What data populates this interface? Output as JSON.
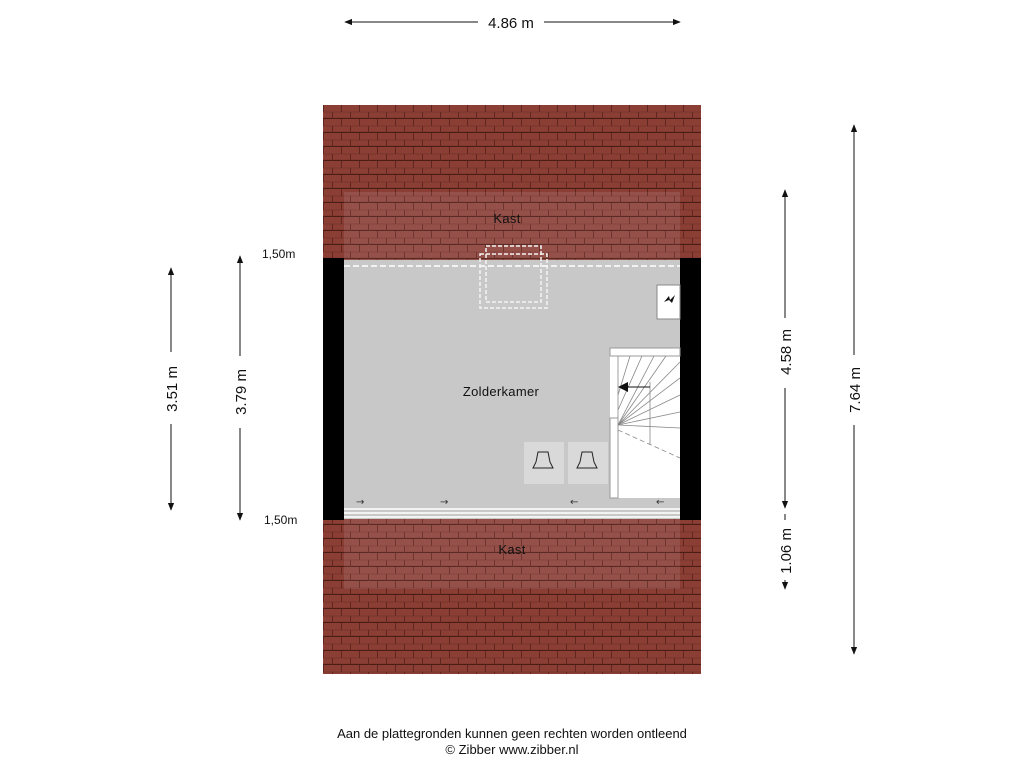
{
  "dimensions": {
    "top_width": "4.86 m",
    "left_outer": "3.51 m",
    "left_inner": "3.79 m",
    "right_mid": "4.58 m",
    "right_lower": "1.06 m",
    "right_total": "7.64 m",
    "height_mark_top": "1,50m",
    "height_mark_bottom": "1,50m"
  },
  "rooms": {
    "kast_top": "Kast",
    "main": "Zolderkamer",
    "kast_bottom": "Kast"
  },
  "footer": {
    "disclaimer": "Aan de plattegronden kunnen geen rechten worden ontleend",
    "credit": "© Zibber www.zibber.nl"
  },
  "colors": {
    "roof_tile": "#8a3e34",
    "roof_line": "#4a1c16",
    "floor": "#c8c8c8",
    "wall": "#000000"
  }
}
